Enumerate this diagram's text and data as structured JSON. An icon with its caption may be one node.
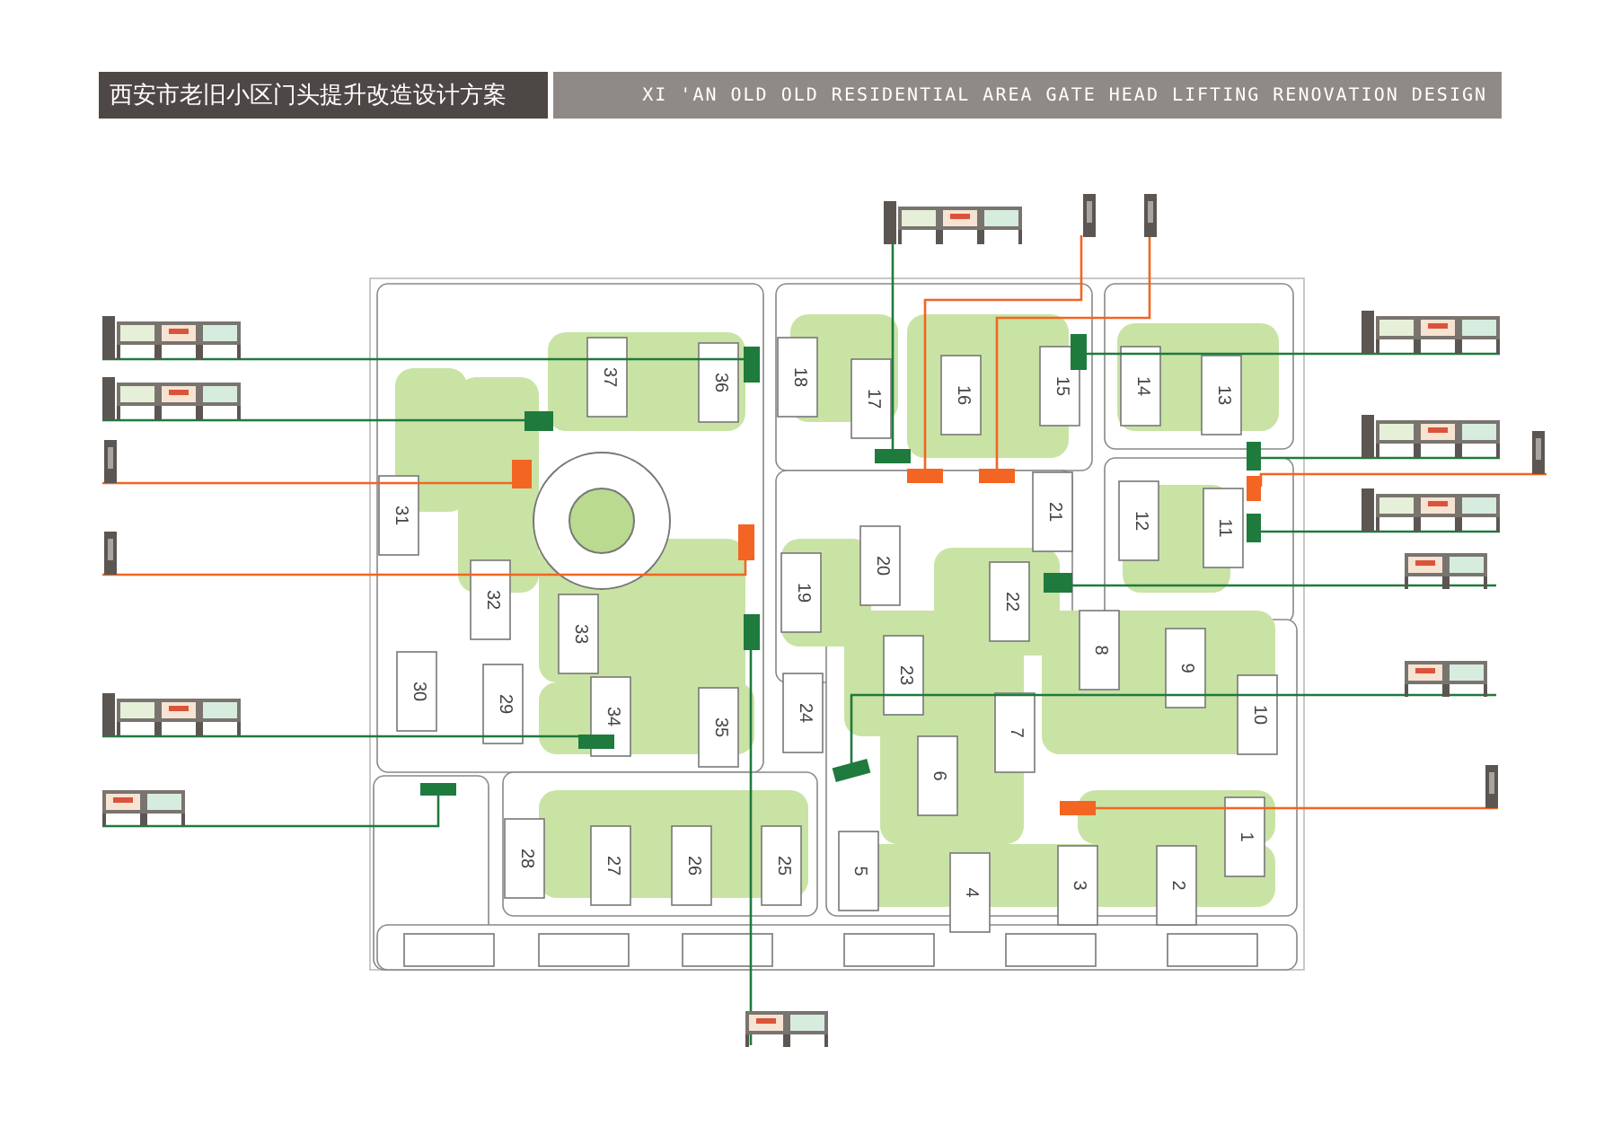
{
  "diagram": {
    "title": "西安市老旧小区门头提升改造设计方案",
    "nodes": [
      {
        "text": [],
        "shape": "picture"
      },
      {
        "text": [],
        "shape": "picture"
      },
      {
        "text": [],
        "shape": "picture"
      },
      {
        "text": [],
        "shape": "picture"
      },
      {
        "text": [],
        "shape": "picture"
      },
      {
        "text": [],
        "shape": "picture"
      },
      {
        "text": [],
        "shape": "picture"
      },
      {
        "text": [],
        "shape": "picture"
      },
      {
        "text": [],
        "shape": "picture"
      },
      {
        "text": [],
        "shape": "picture"
      },
      {
        "text": [],
        "shape": "picture"
      },
      {
        "text": [],
        "shape": "picture"
      },
      {
        "text": [],
        "shape": "picture"
      },
      {
        "text": [],
        "shape": "picture"
      },
      {
        "text": [],
        "shape": "picture"
      },
      {
        "text": [],
        "shape": "picture"
      },
      {
        "text": [],
        "shape": "picture"
      },
      {
        "text": [],
        "shape": "box"
      },
      {
        "text": [],
        "shape": "box"
      },
      {
        "text": [],
        "shape": "box"
      },
      {
        "text": [],
        "shape": "box"
      },
      {
        "text": [],
        "shape": "box"
      },
      {
        "text": [],
        "shape": "box"
      },
      {
        "text": [],
        "shape": "box"
      },
      {
        "text": [],
        "shape": "box"
      },
      {
        "text": [],
        "shape": "box"
      },
      {
        "text": [],
        "shape": "box"
      },
      {
        "text": [],
        "shape": "box"
      },
      {
        "text": [],
        "shape": "box"
      },
      {
        "text": [],
        "shape": "box"
      },
      {
        "text": [],
        "shape": "box"
      },
      {
        "text": [],
        "shape": "box"
      },
      {
        "text": [],
        "shape": "box"
      },
      {
        "text": [],
        "shape": "box"
      }
    ],
    "edges": [
      {
        "from": 3,
        "to": 17,
        "arrow": "none"
      },
      {
        "from": 4,
        "to": 18,
        "arrow": "none"
      },
      {
        "from": 5,
        "to": 19,
        "arrow": "none",
        "color": "#f26522"
      },
      {
        "from": 6,
        "to": 20,
        "arrow": "none",
        "color": "#f26522"
      },
      {
        "from": 7,
        "to": 22,
        "arrow": "none"
      },
      {
        "from": 8,
        "to": 23,
        "arrow": "none"
      },
      {
        "from": 16,
        "to": 21,
        "arrow": "none"
      },
      {
        "from": 0,
        "to": 24,
        "arrow": "none"
      },
      {
        "from": 1,
        "to": 25,
        "arrow": "none",
        "color": "#f26522"
      },
      {
        "from": 2,
        "to": 26,
        "arrow": "none",
        "color": "#f26522"
      },
      {
        "from": 9,
        "to": 27,
        "arrow": "none"
      },
      {
        "from": 10,
        "to": 28,
        "arrow": "none"
      },
      {
        "from": 11,
        "to": 29,
        "arrow": "none",
        "color": "#f26522"
      },
      {
        "from": 12,
        "to": 30,
        "arrow": "none"
      },
      {
        "from": 13,
        "to": 31,
        "arrow": "none"
      },
      {
        "from": 14,
        "to": 32,
        "arrow": "none"
      },
      {
        "from": 15,
        "to": 33,
        "arrow": "none",
        "color": "#f26522"
      }
    ],
    "labels": [
      "XI 'AN OLD OLD RESIDENTIAL AREA GATE HEAD LIFTING RENOVATION DESIGN",
      "1",
      "2",
      "3",
      "4",
      "5",
      "6",
      "7",
      "8",
      "9",
      "10",
      "11",
      "12",
      "13",
      "14",
      "15",
      "16",
      "17",
      "18",
      "19",
      "20",
      "21",
      "22",
      "23",
      "24",
      "25",
      "26",
      "27",
      "28",
      "29",
      "30",
      "31",
      "32",
      "33",
      "34",
      "35",
      "36",
      "37"
    ]
  }
}
